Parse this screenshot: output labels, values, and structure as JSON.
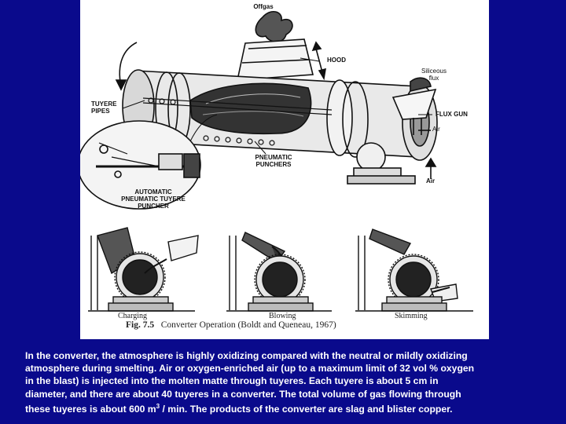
{
  "figure": {
    "labels": {
      "offgas": "Offgas",
      "hood": "HOOD",
      "siliceous_flux": "Siliceous flux",
      "tuyere_pipes": "TUYERE PIPES",
      "flux_gun": "FLUX GUN",
      "air_small": "Air",
      "air": "Air",
      "pneumatic_punchers": "PNEUMATIC PUNCHERS",
      "automatic_puncher": "AUTOMATIC PNEUMATIC TUYERE PUNCHER"
    },
    "panels": [
      "Charging",
      "Blowing",
      "Skimming"
    ],
    "caption": {
      "fig_no": "Fig. 7.5",
      "title": "Converter Operation",
      "source": "(Boldt and Queneau, 1967)"
    }
  },
  "body": {
    "text_line1": "In the converter, the atmosphere is highly oxidizing compared with the neutral or mildly oxidizing",
    "text_line2": "atmosphere during smelting. Air or oxygen-enriched air (up to a maximum limit of 32 vol % oxygen",
    "text_line3": "in the blast) is injected into the molten matte through tuyeres. Each tuyere is about 5 cm in",
    "text_line4": "diameter, and there are about 40 tuyeres in a converter. The total volume of gas flowing through",
    "text_line5a": "these tuyeres is about 600 m",
    "text_line5_sup": "3",
    "text_line5b": " / min. The products of the converter are slag and blister copper."
  }
}
